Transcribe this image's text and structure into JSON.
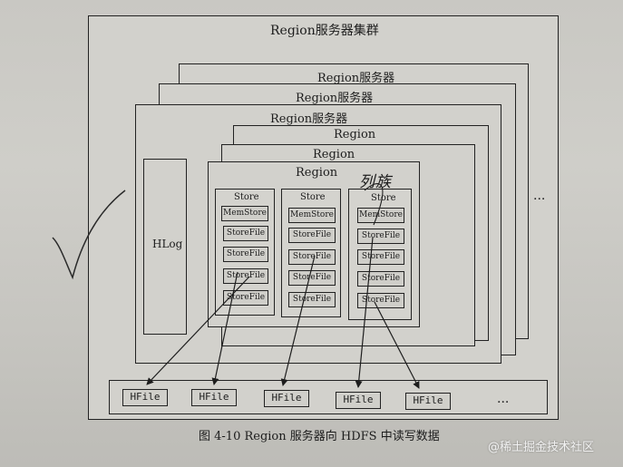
{
  "diagram": {
    "cluster_title": "Region服务器集群",
    "servers": [
      "Region服务器",
      "Region服务器",
      "Region服务器"
    ],
    "regions": [
      "Region",
      "Region",
      "Region"
    ],
    "hlog": "HLog",
    "stores": [
      {
        "title": "Store",
        "memstore": "MemStore",
        "storefiles": [
          "StoreFile",
          "StoreFile",
          "StoreFile",
          "StoreFile"
        ]
      },
      {
        "title": "Store",
        "memstore": "MemStore",
        "storefiles": [
          "StoreFile",
          "StoreFile",
          "StoreFile",
          "StoreFile"
        ]
      },
      {
        "title": "Store",
        "memstore": "MemStore",
        "storefiles": [
          "StoreFile",
          "StoreFile",
          "StoreFile",
          "StoreFile"
        ]
      }
    ],
    "handwritten_note": "列族",
    "ellipsis_right": "...",
    "hfiles": [
      "HFile",
      "HFile",
      "HFile",
      "HFile",
      "HFile"
    ],
    "hfiles_more": "...",
    "caption": "图 4-10   Region 服务器向 HDFS 中读写数据"
  },
  "watermark": "@稀土掘金技术社区"
}
